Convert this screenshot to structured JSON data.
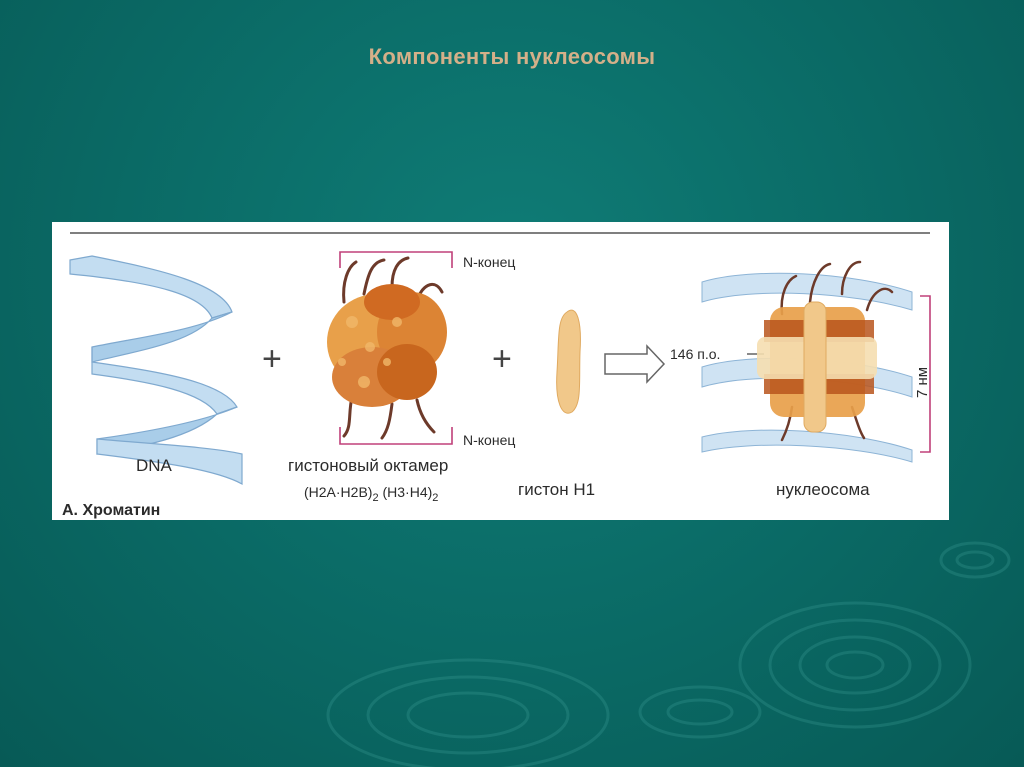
{
  "colors": {
    "background": "#0b6d68",
    "title": "#d4b089",
    "panel": "#ffffff",
    "dna_ribbon": "#b9d7ee",
    "octamer": "#e79a3c",
    "octamer_dark": "#c8661e",
    "histone_h1": "#f1c88a",
    "bracket": "#c0407a"
  },
  "slide": {
    "title": "Компоненты нуклеосомы"
  },
  "figure": {
    "dna_label": "DNA",
    "octamer_label": "гистоновый октамер",
    "octamer_formula": {
      "part1": "(H2A·H2B)",
      "sub1": "2",
      "part2": "(H3·H4)",
      "sub2": "2"
    },
    "n_terminus_top": "N-конец",
    "n_terminus_bottom": "N-конец",
    "plus_1": "+",
    "plus_2": "+",
    "h1_label": "гистон H1",
    "bp_label": "146 п.о.",
    "size_label": "7 нм",
    "nucleosome_label": "нуклеосома",
    "panel_caption": "А. Хроматин"
  }
}
